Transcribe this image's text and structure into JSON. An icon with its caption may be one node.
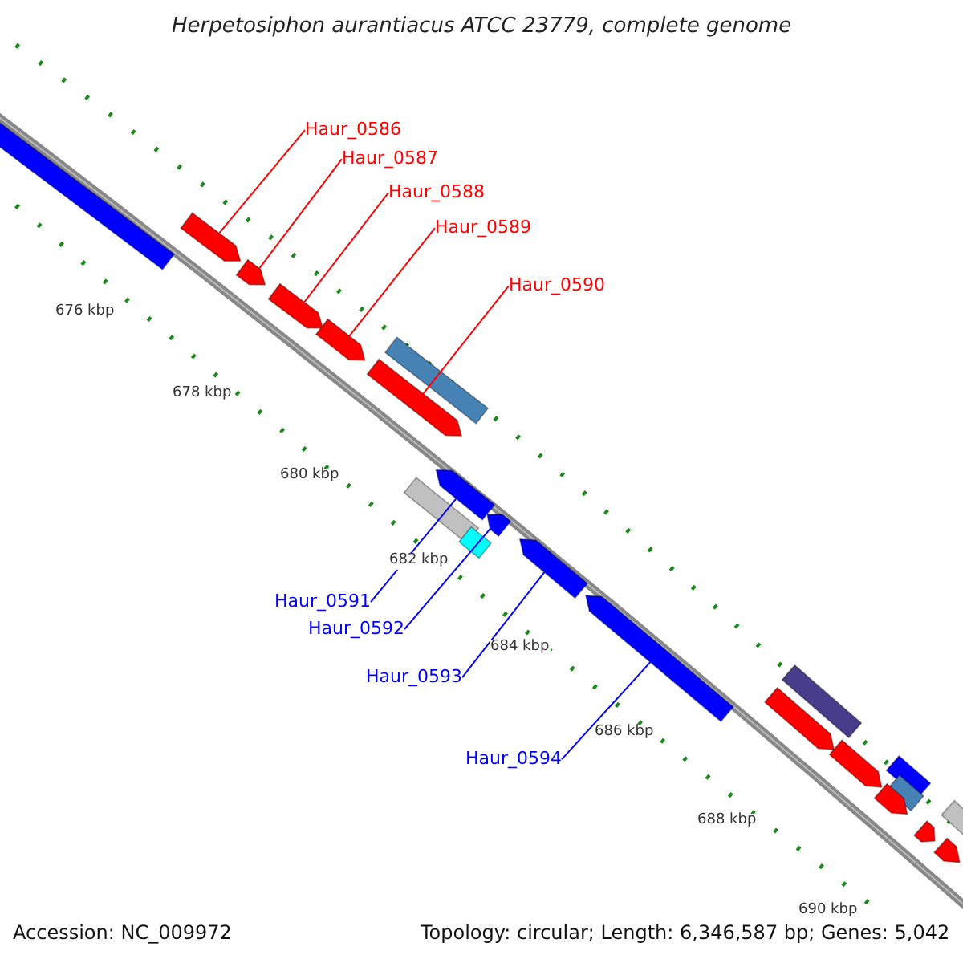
{
  "diagram": {
    "title": "Herpetosiphon aurantiacus ATCC 23779, complete genome",
    "nodes": [
      {
        "text": [
          "Haur_0586"
        ]
      },
      {
        "text": [
          "Haur_0587"
        ]
      },
      {
        "text": [
          "Haur_0588"
        ]
      },
      {
        "text": [
          "Haur_0589"
        ]
      },
      {
        "text": [
          "Haur_0590"
        ]
      },
      {
        "text": [
          "Haur_0591"
        ]
      },
      {
        "text": [
          "Haur_0592"
        ]
      },
      {
        "text": [
          "Haur_0593"
        ]
      },
      {
        "text": [
          "Haur_0594"
        ]
      },
      {
        "text": [],
        "shape": "bar"
      },
      {
        "text": [],
        "shape": "arrow"
      },
      {
        "text": [],
        "shape": "arrow"
      },
      {
        "text": [],
        "shape": "arrow"
      },
      {
        "text": [],
        "shape": "arrow"
      },
      {
        "text": [],
        "shape": "bar"
      },
      {
        "text": [],
        "shape": "arrow"
      },
      {
        "text": [],
        "shape": "bar"
      },
      {
        "text": [],
        "shape": "arrow"
      },
      {
        "text": [],
        "shape": "bar"
      },
      {
        "text": [],
        "shape": "arrow"
      },
      {
        "text": [],
        "shape": "arrow"
      },
      {
        "text": [],
        "shape": "arrow"
      },
      {
        "text": [],
        "shape": "arrow"
      },
      {
        "text": [],
        "shape": "bar"
      },
      {
        "text": [],
        "shape": "arrow"
      },
      {
        "text": [],
        "shape": "bar"
      },
      {
        "text": [],
        "shape": "bar"
      },
      {
        "text": [],
        "shape": "arrow"
      },
      {
        "text": [],
        "shape": "arrow"
      },
      {
        "text": [],
        "shape": "bar"
      },
      {
        "text": [],
        "shape": "arrow"
      }
    ],
    "edges": [
      {
        "from": 0,
        "to": 10,
        "arrow": "none"
      },
      {
        "from": 1,
        "to": 11,
        "arrow": "none"
      },
      {
        "from": 2,
        "to": 12,
        "arrow": "none"
      },
      {
        "from": 3,
        "to": 13,
        "arrow": "none"
      },
      {
        "from": 4,
        "to": 15,
        "arrow": "none"
      },
      {
        "from": 5,
        "to": 17,
        "arrow": "none",
        "color": "#0000ff"
      },
      {
        "from": 6,
        "to": 19,
        "arrow": "none",
        "color": "#0000ff"
      },
      {
        "from": 7,
        "to": 20,
        "arrow": "none",
        "color": "#0000ff"
      },
      {
        "from": 8,
        "to": 21,
        "arrow": "none",
        "color": "#0000ff"
      }
    ],
    "labels": [
      "676 kbp",
      "678 kbp",
      "680 kbp",
      "682 kbp",
      "684 kbp",
      "686 kbp",
      "688 kbp",
      "690 kbp",
      "Accession: NC_009972",
      "Topology: circular; Length: 6,346,587 bp; Genes: 5,042"
    ]
  }
}
